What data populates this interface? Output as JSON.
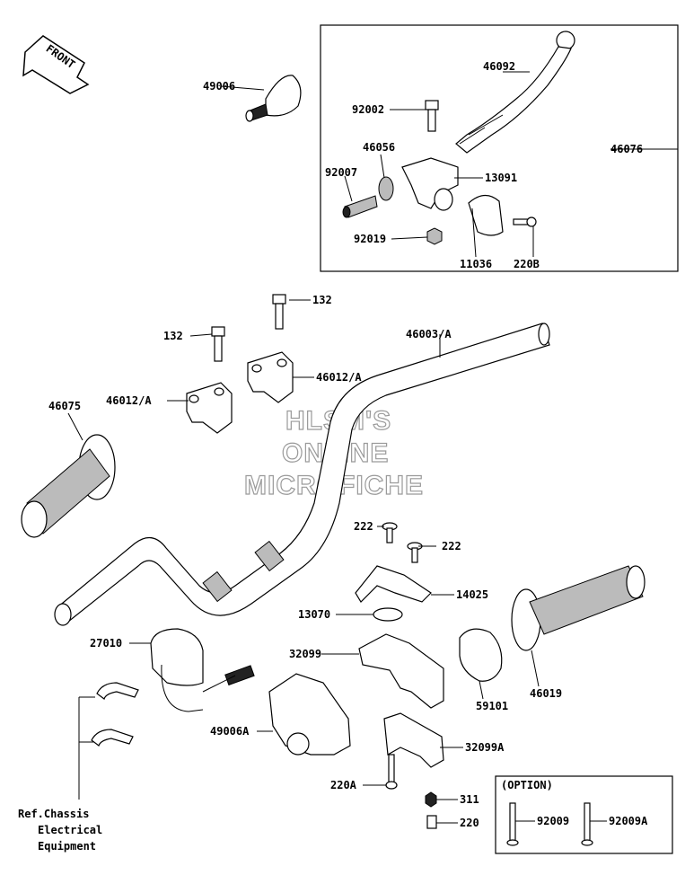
{
  "front_arrow_label": "FRONT",
  "watermark": [
    "HLSM'S",
    "ONLINE",
    "MICROFICHE"
  ],
  "parts": {
    "p49006": "49006",
    "p46092": "46092",
    "p92002": "92002",
    "p46056": "46056",
    "p92007": "92007",
    "p13091": "13091",
    "p46076": "46076",
    "p92019": "92019",
    "p11036": "11036",
    "p220B": "220B",
    "p132_top": "132",
    "p132_left": "132",
    "p46003A": "46003/A",
    "p46012A_right": "46012/A",
    "p46012A_left": "46012/A",
    "p46075": "46075",
    "p222_left": "222",
    "p222_right": "222",
    "p14025": "14025",
    "p13070": "13070",
    "p27010": "27010",
    "p32099": "32099",
    "p59101": "59101",
    "p46019": "46019",
    "p49006A": "49006A",
    "p32099A": "32099A",
    "p220A": "220A",
    "p311": "311",
    "p220": "220"
  },
  "option": {
    "title": "(OPTION)",
    "p92009": "92009",
    "p92009A": "92009A"
  },
  "ref_note": [
    "Ref.Chassis",
    "Electrical",
    "Equipment"
  ]
}
